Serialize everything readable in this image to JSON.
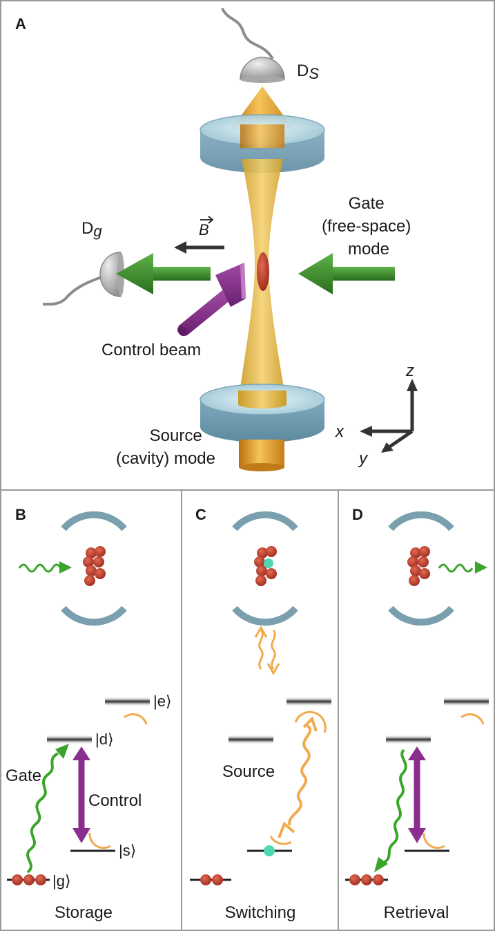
{
  "panel_a": {
    "letter": "A",
    "detector_s": {
      "main": "D",
      "sub": "S"
    },
    "detector_g": {
      "main": "D",
      "sub": "g"
    },
    "b_field": "B",
    "gate_mode": [
      "Gate",
      "(free-space)",
      "mode"
    ],
    "control_beam": "Control beam",
    "source_mode": [
      "Source",
      "(cavity) mode"
    ],
    "axes": {
      "x": "x",
      "y": "y",
      "z": "z"
    }
  },
  "panel_b": {
    "letter": "B",
    "state_e": "|e⟩",
    "state_d": "|d⟩",
    "state_s": "|s⟩",
    "state_g": "|g⟩",
    "gate": "Gate",
    "control": "Control",
    "caption": "Storage"
  },
  "panel_c": {
    "letter": "C",
    "source": "Source",
    "caption": "Switching"
  },
  "panel_d": {
    "letter": "D",
    "caption": "Retrieval"
  },
  "colors": {
    "frame": "#9a9a9a",
    "mirror": "#8fb4c2",
    "gold": "#e8a331",
    "beam": "#e3b73e",
    "green": "#3d8f2a",
    "purple": "#8a2d8e",
    "orange": "#f2a94e",
    "atom": "#c9503d",
    "cyan": "#4fd6b3"
  }
}
